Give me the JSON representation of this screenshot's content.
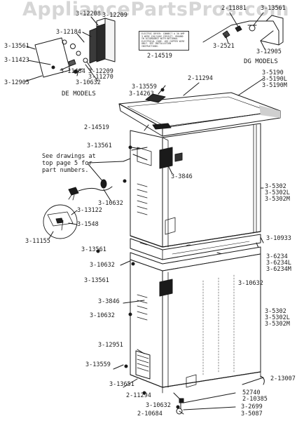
{
  "watermark": "AppliancePartsPros.com",
  "labels": {
    "p_3_12208": "3-12208",
    "p_3_12209_top": "3-12209",
    "p_3_12184": "3-12184",
    "p_3_13561_a": "3-13561",
    "p_3_11423": "3-11423",
    "p_3_11484": "3-11484",
    "p_3_11270": "3-11270",
    "p_3_12209": "3-12209",
    "p_3_12905_a": "3-12905",
    "p_3_10632_a": "3-10632",
    "p_2_11881": "2-11881",
    "p_3_13561_b": "3-13561",
    "p_3_2521": "3-2521",
    "p_3_12905_b": "3-12905",
    "p_2_14519_a": "2-14519",
    "p_2_11294_a": "2-11294",
    "p_3_13559_a": "3-13559",
    "p_3_14263": "3-14263",
    "p_3_5190": "3-5190\n3-5190L\n3-5190M",
    "p_2_14519_b": "2-14519",
    "p_3_13561_c": "3-13561",
    "p_3_3846_a": "3-3846",
    "p_3_10632_b": "3-10632",
    "p_3_5302_a": "3-5302\n3-5302L\n3-5302M",
    "p_3_13122": "3-13122",
    "p_3_1548": "3-1548",
    "p_3_11155": "3-11155",
    "p_3_13561_d": "3-13561",
    "p_3_10933": "3-10933",
    "p_3_6234": "3-6234\n3-6234L\n3-6234M",
    "p_3_10632_c": "3-10632",
    "p_3_13561_e": "3-13561",
    "p_3_10632_d": "3-10632",
    "p_3_3846_b": "3-3846",
    "p_3_10632_e": "3-10632",
    "p_3_5302_b": "3-5302\n3-5302L\n3-5302M",
    "p_3_12951": "3-12951",
    "p_3_13559_b": "3-13559",
    "p_3_13651": "3-13651",
    "p_2_13007": "2-13007",
    "p_2_11294_b": "2-11294",
    "p_52740": "52740\n2-10385",
    "p_3_10632_f": "3-10632",
    "p_3_2699": "3-2699",
    "p_2_10684": "2-10684",
    "p_3_5087": "3-5087"
  },
  "captions": {
    "de_models": "DE MODELS",
    "dg_models": "DG MODELS"
  },
  "note": "See drawings at\ntop page 5 for\npart numbers.",
  "plate_text": "ELECTRIC DRYER: CONNECT A 30 AMP 3 WIRE 120/240V CIRCUIT. GROUND IN ACCORDANCE WITH NATIONAL ELECTRICAL CODE. USE COPPER WIRE ONLY. SEE INSTALLATION INSTRUCTIONS."
}
